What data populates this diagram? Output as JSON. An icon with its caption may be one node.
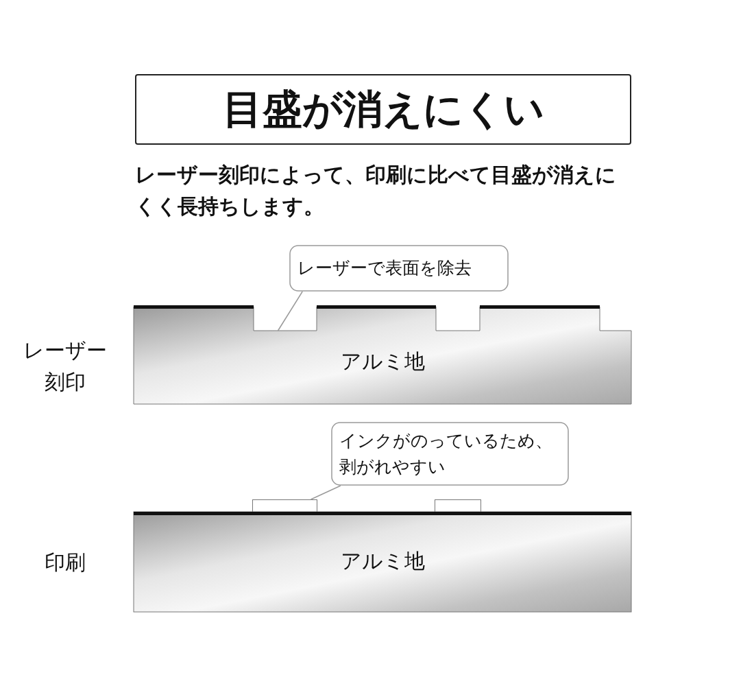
{
  "diagram": {
    "title": "目盛が消えにくい",
    "nodes": [
      {
        "text": [
          "レーザーで表面を除去"
        ]
      },
      {
        "text": [
          "アルミ地"
        ]
      },
      {
        "text": [
          "インクがのっているため、剥がれやすい"
        ]
      },
      {
        "text": [],
        "shape": "box"
      },
      {
        "text": [],
        "shape": "box"
      },
      {
        "text": [
          "アルミ地"
        ]
      }
    ],
    "edges": [
      {
        "from": 0,
        "to": 1,
        "arrow": "none"
      },
      {
        "from": 2,
        "to": 3,
        "arrow": "none"
      }
    ],
    "labels": [
      "レーザー刻印によって、印刷に比べて目盛が消えにくく長持ちします。",
      "レーザー刻印",
      "印刷"
    ]
  }
}
